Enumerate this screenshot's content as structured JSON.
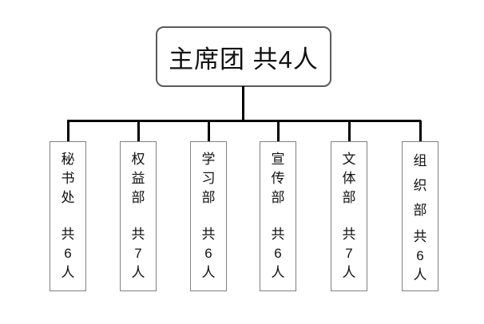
{
  "chart": {
    "type": "org-chart",
    "root": {
      "label": "主席团 共4人",
      "name": "主席团",
      "count": 4
    },
    "departments": [
      {
        "name": "秘书处",
        "count": 6,
        "count_label": "共6人",
        "name_chars": [
          "秘",
          "书",
          "处"
        ],
        "count_chars": [
          "共",
          "6",
          "人"
        ]
      },
      {
        "name": "权益部",
        "count": 7,
        "count_label": "共7人",
        "name_chars": [
          "权",
          "益",
          "部"
        ],
        "count_chars": [
          "共",
          "7",
          "人"
        ]
      },
      {
        "name": "学习部",
        "count": 6,
        "count_label": "共6人",
        "name_chars": [
          "学",
          "习",
          "部"
        ],
        "count_chars": [
          "共",
          "6",
          "人"
        ]
      },
      {
        "name": "宣传部",
        "count": 6,
        "count_label": "共6人",
        "name_chars": [
          "宣",
          "传",
          "部"
        ],
        "count_chars": [
          "共",
          "6",
          "人"
        ]
      },
      {
        "name": "文体部",
        "count": 7,
        "count_label": "共7人",
        "name_chars": [
          "文",
          "体",
          "部"
        ],
        "count_chars": [
          "共",
          "7",
          "人"
        ]
      },
      {
        "name": "组织部",
        "count": 6,
        "count_label": "共6人",
        "name_chars": [
          "组",
          "织",
          "部"
        ],
        "count_chars": [
          "共",
          "6",
          "人"
        ]
      }
    ],
    "colors": {
      "background": "#ffffff",
      "connector_line": "#000000",
      "dept_border": "#808080",
      "root_border": "#5a5a5a",
      "text": "#111111"
    }
  }
}
